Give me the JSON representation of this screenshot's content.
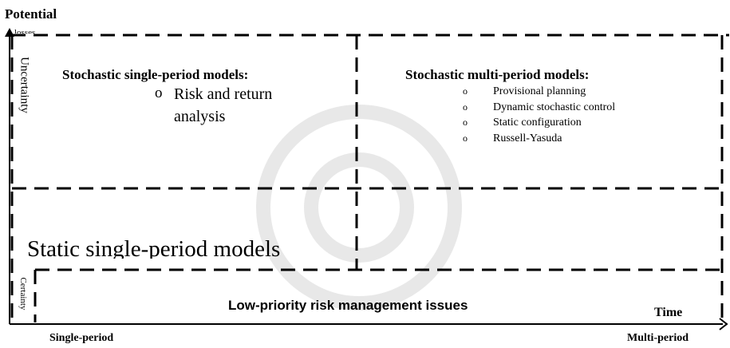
{
  "axes": {
    "y_label_top": "Potential",
    "y_label_top_obscured": "losses",
    "y_label_uncertainty": "Uncertainty",
    "y_label_certainty": "Certainty",
    "x_label_left": "Single-period",
    "x_label_right": "Multi-period",
    "x_label_time": "Time"
  },
  "quadrants": {
    "top_left": {
      "title": "Stochastic single-period models:",
      "bullet": "o",
      "item": "Risk and return analysis",
      "item_line1": "Risk and return",
      "item_line2": "analysis"
    },
    "top_right": {
      "title": "Stochastic multi-period models:",
      "bullet": "o",
      "items": [
        "Provisional planning",
        "Dynamic stochastic control",
        "Static configuration",
        "Russell-Yasuda"
      ]
    },
    "middle_left": {
      "title": "Static single-period models"
    },
    "bottom": {
      "title": "Low-priority risk management issues"
    }
  }
}
